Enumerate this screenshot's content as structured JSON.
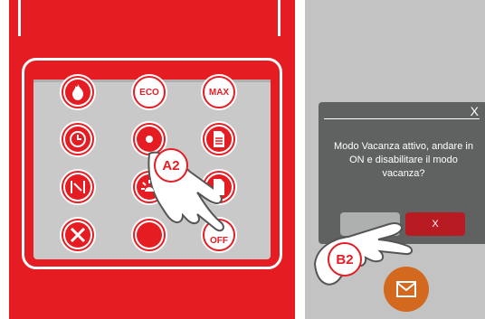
{
  "left_panel": {
    "buttons": [
      {
        "name": "flame-icon"
      },
      {
        "name": "eco",
        "label": "ECO"
      },
      {
        "name": "max",
        "label": "MAX"
      },
      {
        "name": "clock-icon"
      },
      {
        "name": "sun-icon"
      },
      {
        "name": "document-icon"
      },
      {
        "name": "schedule-icon"
      },
      {
        "name": "lamp-icon"
      },
      {
        "name": "chart-icon"
      },
      {
        "name": "tools-icon"
      },
      {
        "name": "empty"
      },
      {
        "name": "off",
        "label": "OFF"
      }
    ],
    "callout": "A2"
  },
  "right_panel": {
    "dialog": {
      "close": "X",
      "message": "Modo Vacanza attivo, andare in ON e disabilitare il modo vacanza?",
      "confirm_label": "X"
    },
    "callout": "B2",
    "mail_icon": "envelope-icon"
  },
  "colors": {
    "brand_red": "#e61c23",
    "panel_gray": "#c9c9c9",
    "dialog_gray": "#5f6261",
    "orange": "#d2691e"
  }
}
